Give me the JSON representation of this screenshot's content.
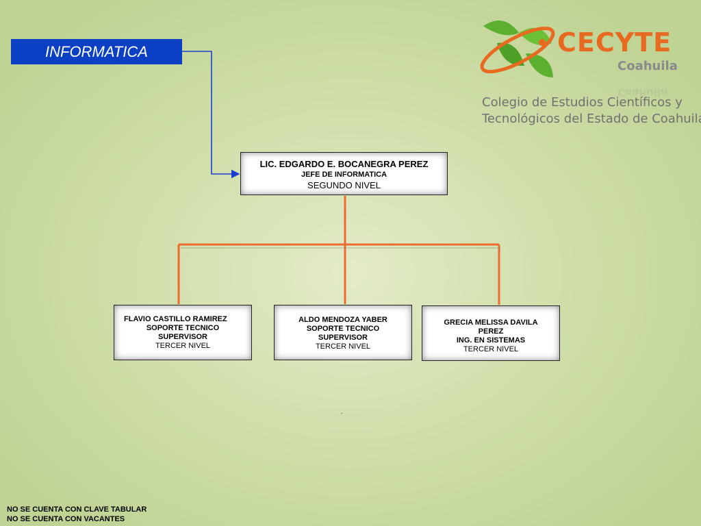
{
  "title": "INFORMATICA",
  "logo": {
    "brand": "CECYTE",
    "region": "Coahuila",
    "institution_line1": "Colegio de Estudios Científicos y",
    "institution_line2": "Tecnológicos del Estado de Coahuila",
    "colors": {
      "green": "#5bb030",
      "orange": "#e86a20",
      "gray": "#707070"
    }
  },
  "root": {
    "name": "LIC. EDGARDO E. BOCANEGRA PEREZ",
    "role": "JEFE DE INFORMATICA",
    "level": "SEGUNDO NIVEL"
  },
  "children": [
    {
      "name": "FLAVIO  CASTILLO RAMIREZ",
      "line2": "SOPORTE TECNICO",
      "line3": "SUPERVISOR",
      "level": "TERCER NIVEL"
    },
    {
      "name": "ALDO MENDOZA YABER",
      "line2": "SOPORTE TECNICO",
      "line3": "SUPERVISOR",
      "level": "TERCER NIVEL"
    },
    {
      "name": "GRECIA MELISSA DAVILA",
      "line2": "PEREZ",
      "line3": "ING. EN SISTEMAS",
      "level": "TERCER NIVEL"
    }
  ],
  "stray_dot": ".",
  "notes": [
    "NO SE CUENTA CON CLAVE TABULAR",
    "NO SE CUENTA CON VACANTES"
  ],
  "connector_colors": {
    "title_link": "#1a3fd0",
    "tree": "#ee6b2f"
  }
}
